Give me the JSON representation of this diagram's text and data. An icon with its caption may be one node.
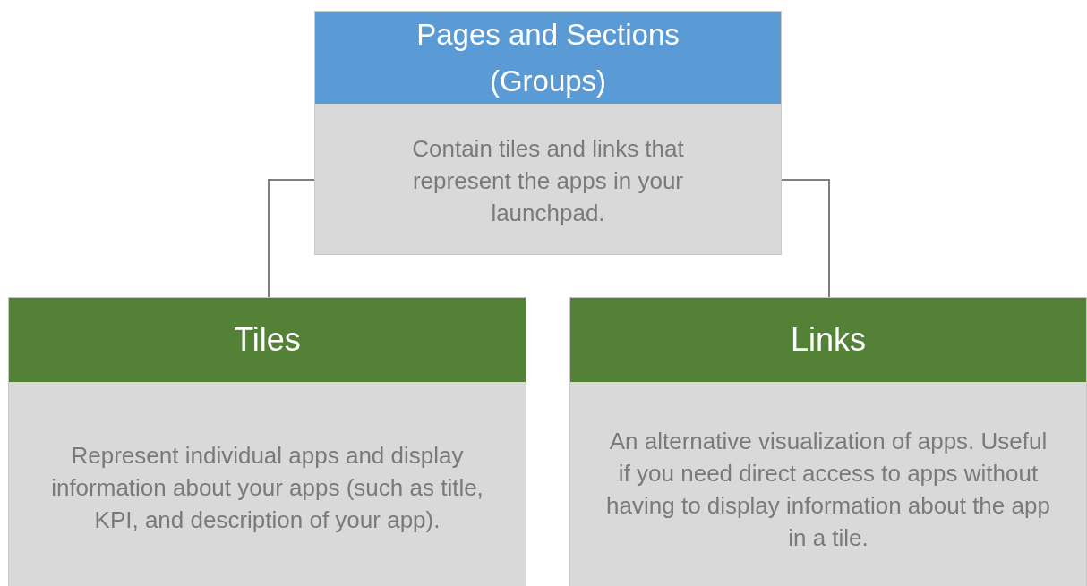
{
  "diagram": {
    "nodes": [
      {
        "text": [
          "Pages and Sections (Groups)",
          "Contain tiles and links that represent the apps in your launchpad."
        ]
      },
      {
        "text": [
          "Tiles",
          "Represent individual apps and display information about your apps (such as title, KPI, and description of your app)."
        ]
      },
      {
        "text": [
          "Links",
          "An alternative visualization of apps. Useful if you need direct access to apps without having to display information about the app in a tile."
        ]
      }
    ],
    "edges": [
      {
        "from": 0,
        "to": 1,
        "arrow": "none"
      },
      {
        "from": 0,
        "to": 2,
        "arrow": "none"
      }
    ]
  }
}
